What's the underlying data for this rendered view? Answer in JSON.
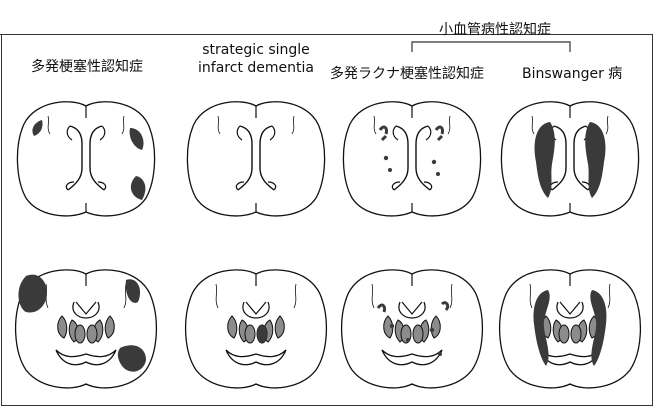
{
  "group_label": "小血管病性認知症",
  "columns": [
    {
      "id": "multi-infarct",
      "title": "多発梗塞性認知症"
    },
    {
      "id": "strategic",
      "title_line1": "strategic single",
      "title_line2": "infarct dementia"
    },
    {
      "id": "lacunar",
      "title": "多発ラクナ梗塞性認知症"
    },
    {
      "id": "binswanger",
      "title": "Binswanger 病"
    }
  ],
  "rows": [
    "upper-section",
    "lower-section"
  ],
  "colors": {
    "lesion": "#3a3a3a",
    "nuclei": "#8c8c8c",
    "outline": "#111111"
  }
}
